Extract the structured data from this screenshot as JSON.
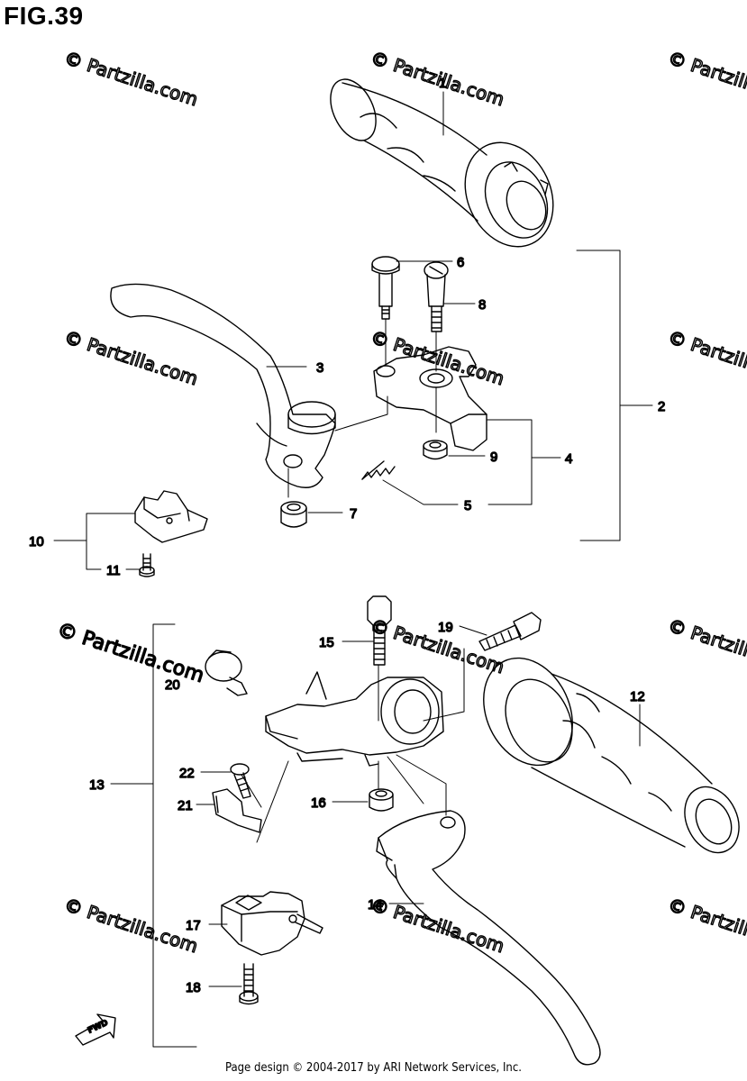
{
  "figure": {
    "title": "FIG.39",
    "footer": "Page design © 2004-2017 by ARI Network Services, Inc."
  },
  "watermark": {
    "text": "© Partzilla.com",
    "prominent_text": "© Partzilla.com"
  },
  "fwd_label": "FWD",
  "callouts": {
    "c1": "1",
    "c2": "2",
    "c3": "3",
    "c4": "4",
    "c5": "5",
    "c6": "6",
    "c7": "7",
    "c8": "8",
    "c9": "9",
    "c10": "10",
    "c11": "11",
    "c12": "12",
    "c13": "13",
    "c14": "14",
    "c15": "15",
    "c16": "16",
    "c17": "17",
    "c18": "18",
    "c19": "19",
    "c20": "20",
    "c21": "21",
    "c22": "22"
  },
  "colors": {
    "line": "#000000",
    "watermark": "#d8d8d8"
  }
}
